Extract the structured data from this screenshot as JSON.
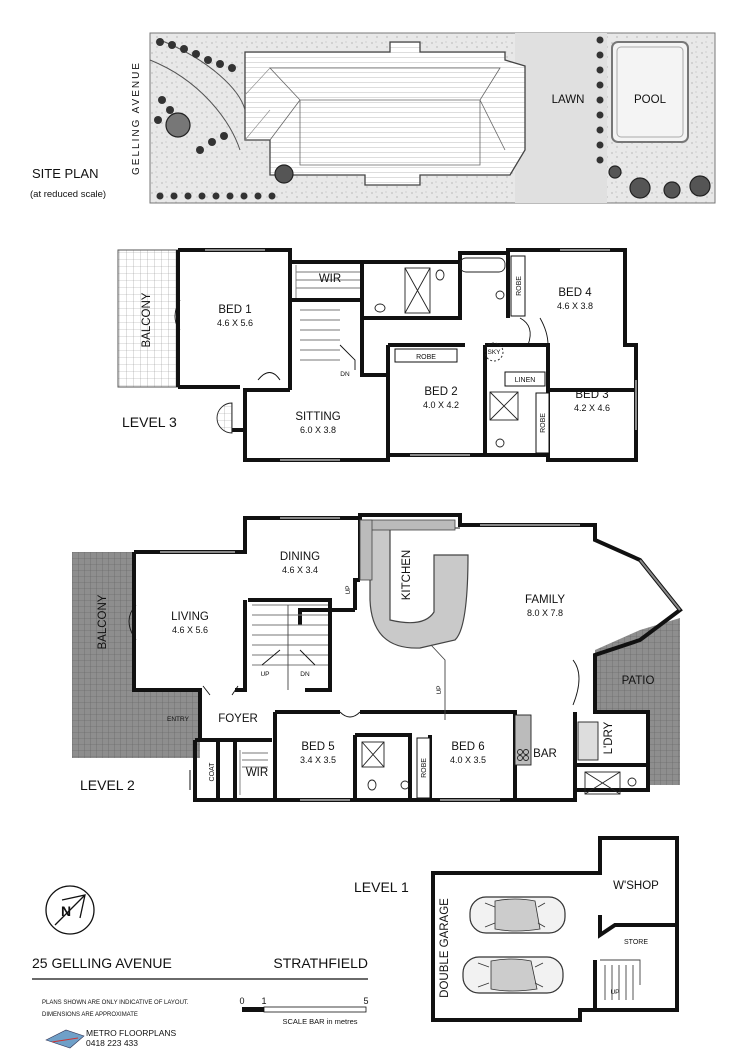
{
  "site_plan": {
    "title": "SITE PLAN",
    "subtitle": "(at reduced scale)",
    "street": "GELLING AVENUE",
    "lawn": "LAWN",
    "pool": "POOL"
  },
  "level3": {
    "title": "LEVEL 3",
    "rooms": [
      {
        "name": "BALCONY"
      },
      {
        "name": "BED 1",
        "size": "4.6 X 5.6"
      },
      {
        "name": "WIR"
      },
      {
        "name": "SITTING",
        "size": "6.0 X 3.8"
      },
      {
        "name": "BED 2",
        "size": "4.0 X 4.2"
      },
      {
        "name": "ROBE"
      },
      {
        "name": "BED 4",
        "size": "4.6 X 3.8"
      },
      {
        "name": "ROBE"
      },
      {
        "name": "BED 3",
        "size": "4.2 X 4.6"
      },
      {
        "name": "ROBE"
      },
      {
        "name": "LINEN"
      },
      {
        "name": "SKY"
      },
      {
        "name": "DN"
      }
    ]
  },
  "level2": {
    "title": "LEVEL 2",
    "rooms": [
      {
        "name": "BALCONY"
      },
      {
        "name": "DINING",
        "size": "4.6 X 3.4"
      },
      {
        "name": "LIVING",
        "size": "4.6 X 5.6"
      },
      {
        "name": "KITCHEN"
      },
      {
        "name": "FAMILY",
        "size": "8.0 X 7.8"
      },
      {
        "name": "PATIO"
      },
      {
        "name": "ENTRY"
      },
      {
        "name": "FOYER"
      },
      {
        "name": "BED 5",
        "size": "3.4 X 3.5"
      },
      {
        "name": "BED 6",
        "size": "4.0 X 3.5"
      },
      {
        "name": "ROBE"
      },
      {
        "name": "BAR"
      },
      {
        "name": "L'DRY"
      },
      {
        "name": "COAT"
      },
      {
        "name": "WIR"
      },
      {
        "name": "UP"
      },
      {
        "name": "UP"
      },
      {
        "name": "DN"
      },
      {
        "name": "UP"
      }
    ]
  },
  "level1": {
    "title": "LEVEL 1",
    "rooms": [
      {
        "name": "W'SHOP"
      },
      {
        "name": "DOUBLE GARAGE"
      },
      {
        "name": "STORE"
      },
      {
        "name": "UP"
      }
    ]
  },
  "footer": {
    "address": "25 GELLING AVENUE",
    "suburb": "STRATHFIELD",
    "disclaimer_1": "PLANS SHOWN ARE ONLY INDICATIVE OF LAYOUT.",
    "disclaimer_2": "DIMENSIONS ARE APPROXIMATE",
    "company": "METRO FLOORPLANS",
    "phone": "0418 223 433",
    "scale_label": "SCALE BAR in metres",
    "scale_ticks": [
      "0",
      "1",
      "5"
    ],
    "compass": "N"
  }
}
